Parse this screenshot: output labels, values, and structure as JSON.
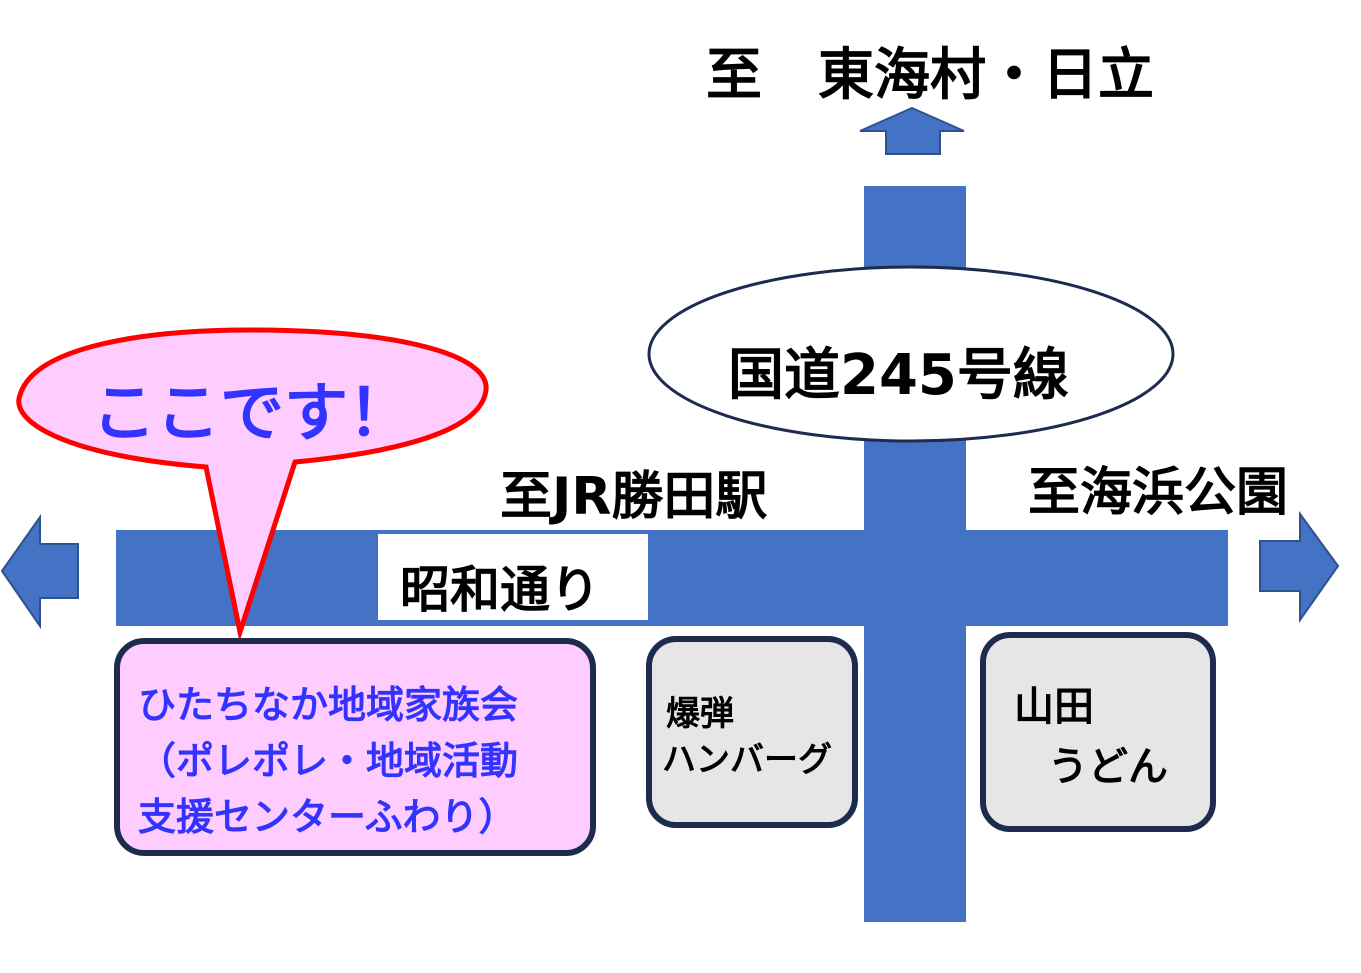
{
  "colors": {
    "road": "#4472C4",
    "road_border": "#2F528F",
    "bubble_fill": "#FFCCFF",
    "bubble_stroke": "#FF0000",
    "highlight_text": "#3333FF",
    "shop_fill": "#E7E6E6",
    "box_border": "#1C2B4E"
  },
  "labels": {
    "north_destination": "至　東海村・日立",
    "route_name": "国道245号線",
    "west_destination": "至JR勝田駅",
    "east_destination": "至海浜公園",
    "street_name": "昭和通り",
    "callout": "ここです！"
  },
  "places": {
    "family_association": [
      "ひたちなか地域家族会",
      "（ポレポレ・地域活動",
      "支援センターふわり）"
    ],
    "hamburger": [
      "爆弾",
      "ハンバーグ"
    ],
    "udon": [
      "山田",
      "うどん"
    ]
  },
  "icons": [
    "arrow-up-icon",
    "arrow-left-icon",
    "arrow-right-icon"
  ]
}
